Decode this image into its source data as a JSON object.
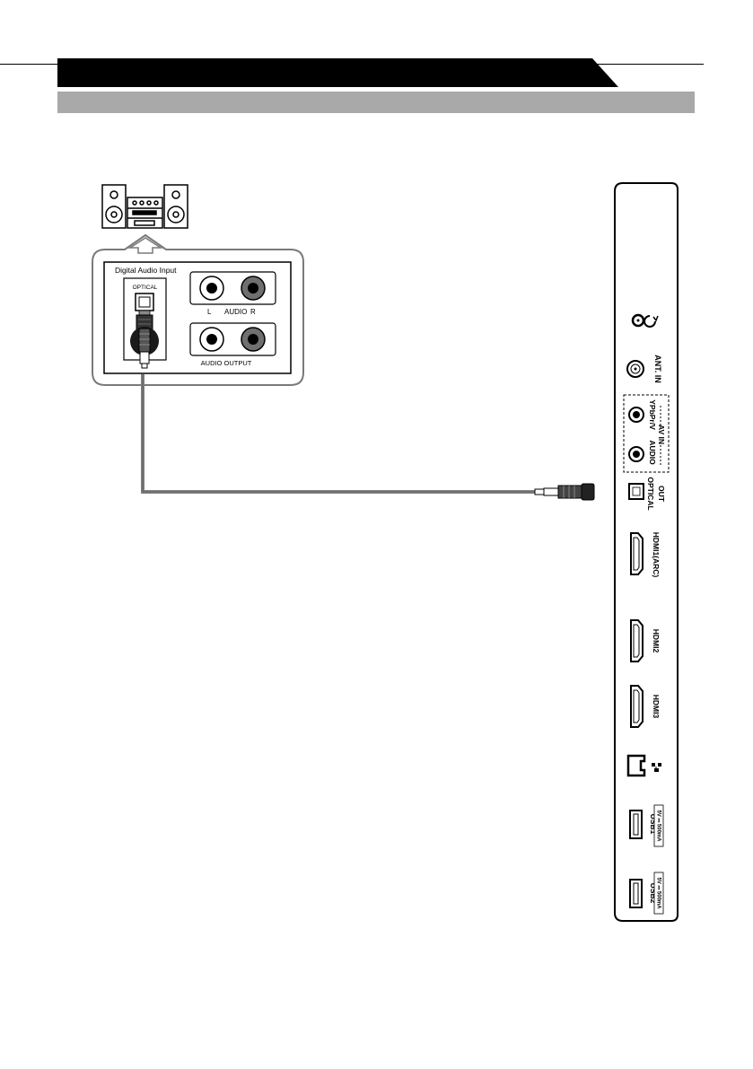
{
  "receiver_panel": {
    "title": "Digital Audio Input",
    "optical_label": "OPTICAL",
    "audio_l": "L",
    "audio_text": "AUDIO",
    "audio_r": "R",
    "audio_output": "AUDIO OUTPUT"
  },
  "tv_ports": {
    "ant_in": "ANT. IN",
    "ypbpr": "YPbPr/V",
    "av_in": "AV IN",
    "audio": "AUDIO",
    "optical": "OPTICAL",
    "out": "OUT",
    "hdmi1": "HDMI1(ARC)",
    "hdmi2": "HDMI2",
    "hdmi3": "HDMI3",
    "usb1": "USB1",
    "usb1_rating": "5V ⎓ 500mA",
    "usb2": "USB2",
    "usb2_rating": "5V ⎓ 500mA"
  },
  "colors": {
    "cable": "#808080",
    "header": "#000000",
    "subheader": "#a9a9a9",
    "jack_grey": "#6f6f6f"
  }
}
